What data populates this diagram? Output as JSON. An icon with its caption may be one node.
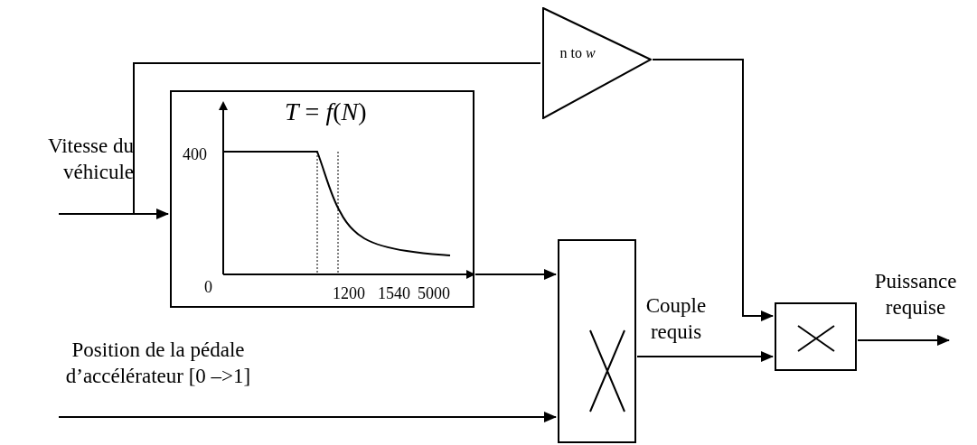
{
  "diagram": {
    "nodes": [
      {
        "text": [
          "n to *w*"
        ]
      },
      {
        "text": [
          "*T* = *f*(*N*)"
        ]
      },
      {
        "text": [],
        "shape": "box"
      },
      {
        "text": [],
        "shape": "box"
      }
    ],
    "edges": [
      {
        "from": null,
        "to": 1,
        "arrow": "to"
      },
      {
        "from": null,
        "to": 0,
        "arrow": "none"
      },
      {
        "from": 1,
        "to": 2,
        "arrow": "to"
      },
      {
        "from": 0,
        "to": 3,
        "arrow": "to"
      },
      {
        "from": null,
        "to": 2,
        "arrow": "to"
      },
      {
        "from": 2,
        "to": 3,
        "arrow": "to",
        "label": "Couple requis"
      },
      {
        "from": 3,
        "to": null,
        "arrow": "to",
        "label": "Puissance requise"
      }
    ],
    "labels": [
      "Vitesse du véhicule",
      "Position de la pédale d’accélérateur [0 –>1]",
      "400",
      "0",
      "1200",
      "1540",
      "5000"
    ]
  }
}
